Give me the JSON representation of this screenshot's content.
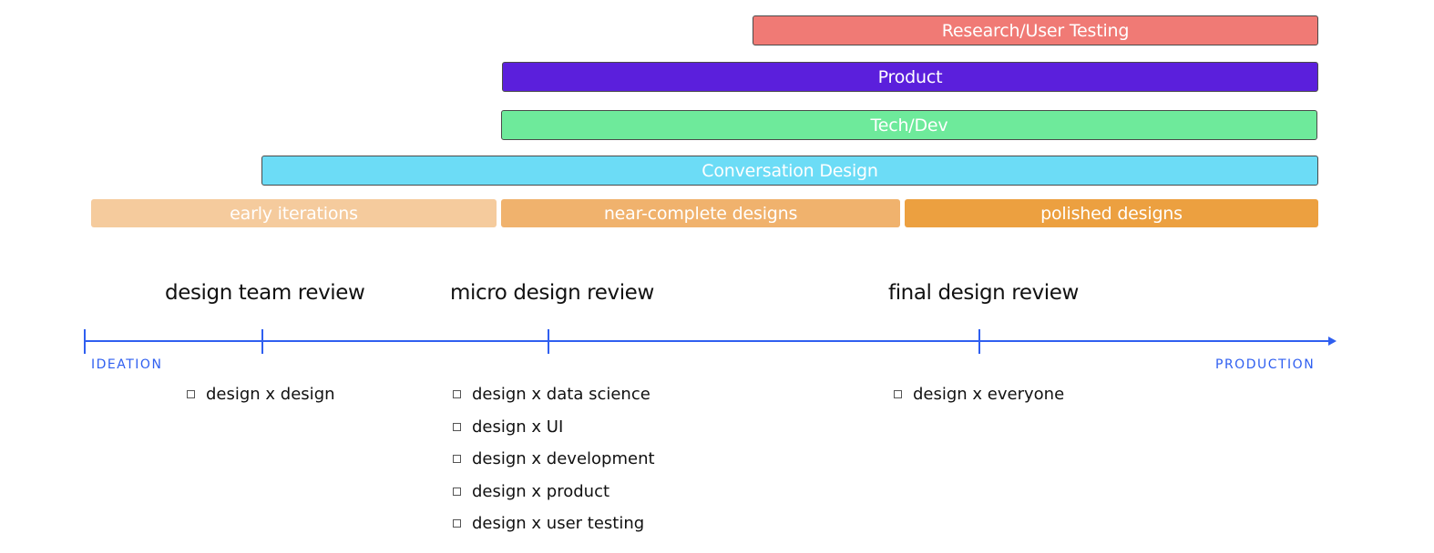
{
  "colors": {
    "research": "#f07a75",
    "product": "#5b1fdc",
    "tech_dev": "#6eea9b",
    "conversation_design": "#6cdcf6",
    "early_iterations": "#f5cb9d",
    "near_complete": "#f0b26d",
    "polished": "#eca040",
    "timeline": "#2f5ff0"
  },
  "lanes": {
    "research": "Research/User Testing",
    "product": "Product",
    "tech_dev": "Tech/Dev",
    "conversation_design": "Conversation Design"
  },
  "phases": {
    "early": "early iterations",
    "near_complete": "near-complete designs",
    "polished": "polished designs"
  },
  "reviews": {
    "design_team": "design team review",
    "micro": "micro design review",
    "final": "final design review"
  },
  "timeline": {
    "start": "IDEATION",
    "end": "PRODUCTION"
  },
  "checklists": {
    "design_team": [
      "design x design"
    ],
    "micro": [
      "design x data science",
      "design x UI",
      "design x development",
      "design x product",
      "design x user testing"
    ],
    "final": [
      "design x everyone"
    ]
  }
}
